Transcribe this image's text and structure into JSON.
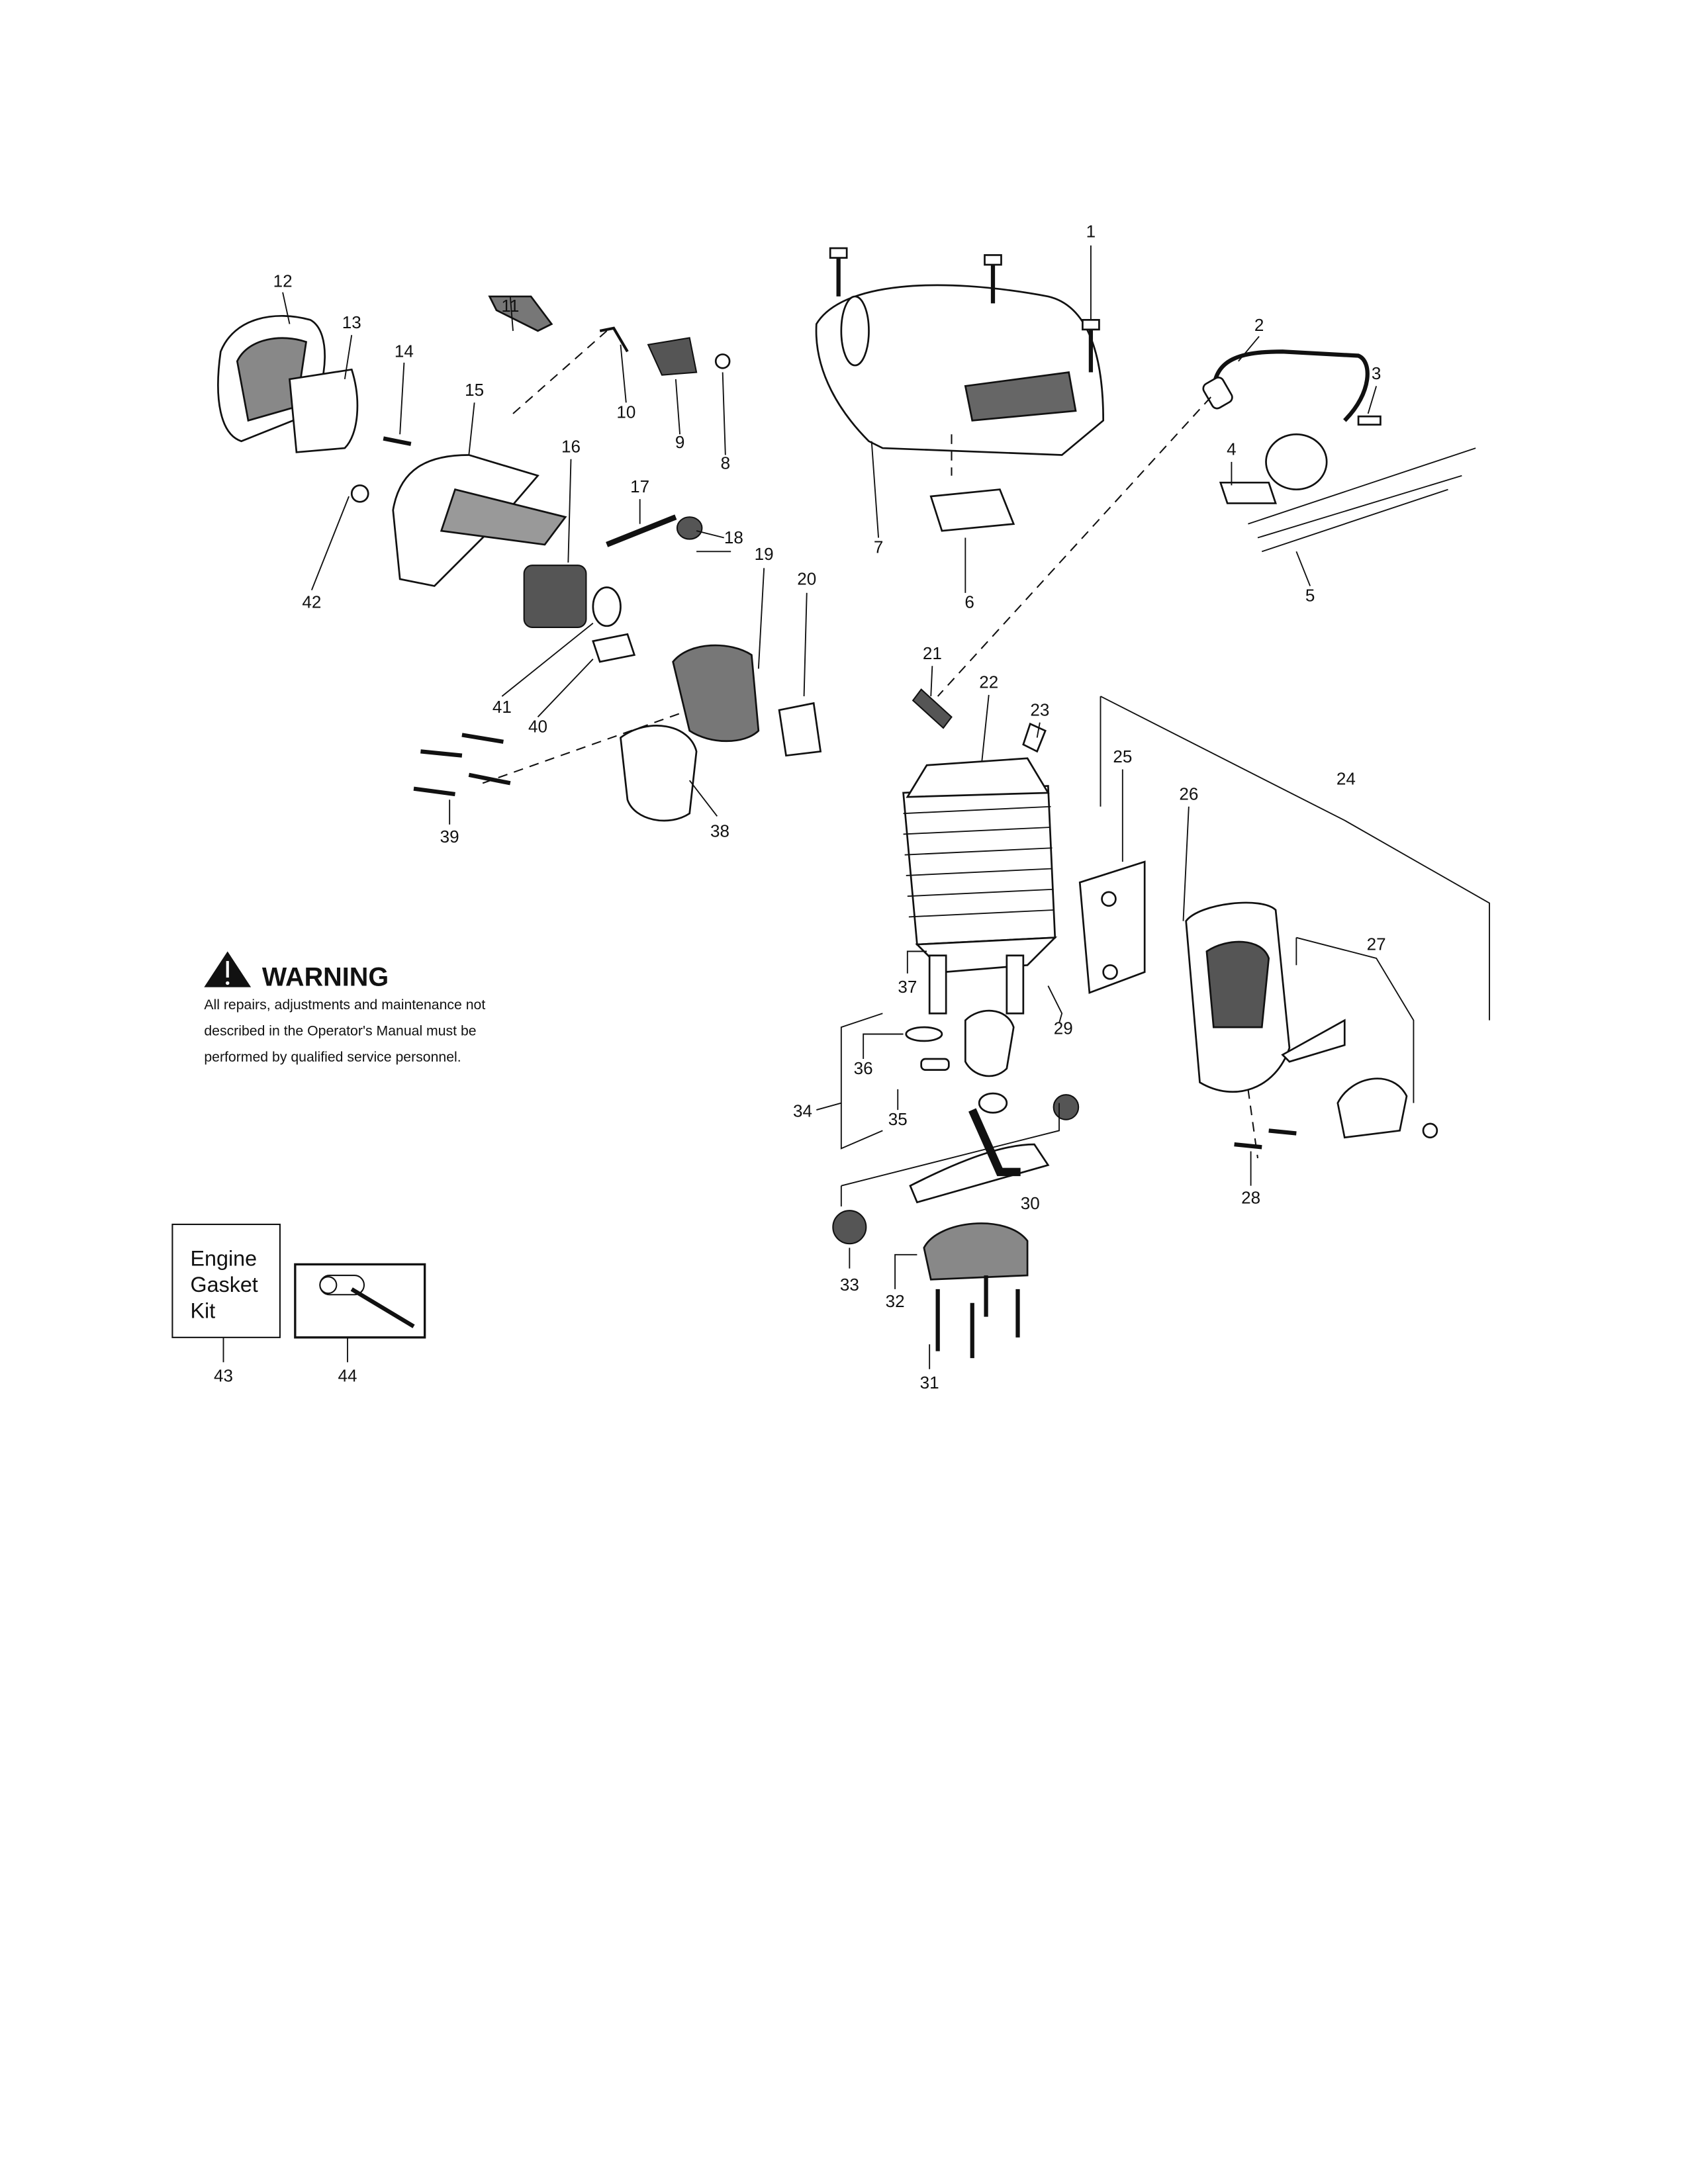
{
  "labels": {
    "1": "1",
    "2": "2",
    "3": "3",
    "4": "4",
    "5": "5",
    "6": "6",
    "7": "7",
    "8": "8",
    "9": "9",
    "10": "10",
    "11": "11",
    "12": "12",
    "13": "13",
    "14": "14",
    "15": "15",
    "16": "16",
    "17": "17",
    "18": "18",
    "19": "19",
    "20": "20",
    "21": "21",
    "22": "22",
    "23": "23",
    "24": "24",
    "25": "25",
    "26": "26",
    "27": "27",
    "28": "28",
    "29": "29",
    "30": "30",
    "31": "31",
    "32": "32",
    "33": "33",
    "34": "34",
    "35": "35",
    "36": "36",
    "37": "37",
    "38": "38",
    "39": "39",
    "40": "40",
    "41": "41",
    "42": "42",
    "43": "43",
    "44": "44"
  },
  "warning": {
    "title": "WARNING",
    "lines": [
      "All repairs, adjustments and maintenance not",
      "described in the Operator's Manual must be",
      "performed by qualified  service personnel."
    ]
  },
  "kit": {
    "lines": [
      "Engine",
      "Gasket",
      "Kit"
    ]
  }
}
